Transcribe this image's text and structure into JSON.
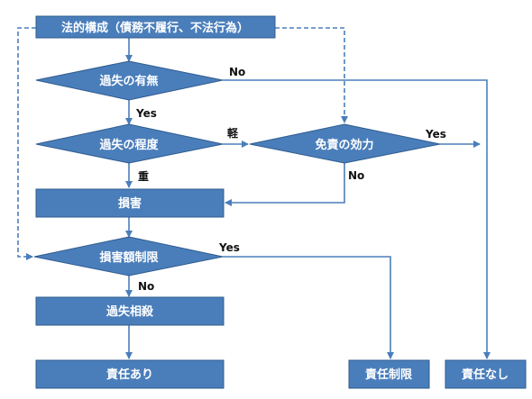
{
  "colors": {
    "node_fill": "#4a7ebb",
    "node_stroke": "#2f5c8f",
    "arrow": "#4a7ebb",
    "text_on_node": "#ffffff",
    "edge_label": "#111111"
  },
  "nodes": {
    "legal_structure": "法的構成（債務不履行、不法行為）",
    "negligence_exists": "過失の有無",
    "negligence_degree": "過失の程度",
    "exemption_effect": "免責の効力",
    "damage": "損害",
    "damage_limit": "損害額制限",
    "comparative_negligence": "過失相殺",
    "liable": "責任あり",
    "limited_liability": "責任制限",
    "no_liability": "責任なし"
  },
  "edge_labels": {
    "negligence_no": "No",
    "negligence_yes": "Yes",
    "degree_light": "軽",
    "degree_heavy": "重",
    "exemption_yes": "Yes",
    "exemption_no": "No",
    "limit_yes": "Yes",
    "limit_no": "No"
  }
}
